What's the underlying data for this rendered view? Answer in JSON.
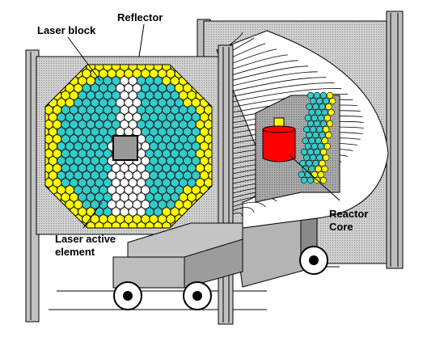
{
  "labels": {
    "laser_block": "Laser block",
    "reflector": "Reflector",
    "reactor_core_line1": "Reactor",
    "reactor_core_line2": "Core",
    "laser_active_line1": "Laser  active",
    "laser_active_line2": "element"
  },
  "colors": {
    "background": "#ffffff",
    "panel_gray": "#c8c8c8",
    "panel_shade": "#9a9a9a",
    "yellow_element": "#ffff00",
    "cyan_element": "#33cccc",
    "white_element": "#ffffff",
    "reactor_core": "#ff0000",
    "reactor_cap": "#ffff00",
    "outline": "#000000"
  }
}
